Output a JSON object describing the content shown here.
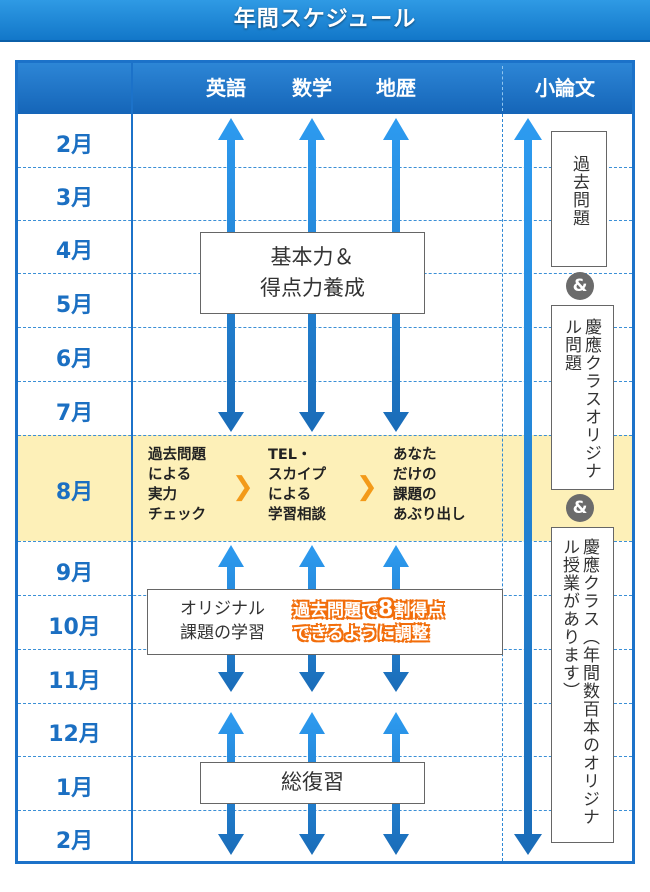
{
  "header": {
    "title": "年間スケジュール"
  },
  "columns": {
    "subjects": [
      "英語",
      "数学",
      "地歴"
    ],
    "essay": "小論文"
  },
  "months": [
    "2月",
    "3月",
    "4月",
    "5月",
    "6月",
    "7月",
    "8月",
    "9月",
    "10月",
    "11月",
    "12月",
    "1月",
    "2月"
  ],
  "phases": {
    "basic": {
      "line1": "基本力＆",
      "line2": "得点力養成"
    },
    "august_steps": [
      {
        "lines": [
          "過去問題",
          "による",
          "実力",
          "チェック"
        ]
      },
      {
        "lines": [
          "TEL・",
          "スカイプ",
          "による",
          "学習相談"
        ]
      },
      {
        "lines": [
          "あなた",
          "だけの",
          "課題の",
          "あぶり出し"
        ]
      }
    ],
    "chevron": "❯",
    "original": {
      "line1": "オリジナル",
      "line2": "課題の学習"
    },
    "target": {
      "part1": "過去問題で",
      "num": "8",
      "part2": "割得点",
      "line2": "できるように調整"
    },
    "review": {
      "label": "総復習"
    }
  },
  "essay_boxes": [
    {
      "text": "過去問題"
    },
    {
      "text": "慶應クラスオリジナル問題"
    },
    {
      "text": "慶應クラス（年間数百本のオリジナル授業があります）"
    }
  ],
  "amp_symbol": "&",
  "colors": {
    "accent": "#1c72c9",
    "arrow": "#1a6cb8",
    "highlight": "#fdf0b8",
    "chevron": "#f39a19",
    "note": "#f26d0a"
  }
}
